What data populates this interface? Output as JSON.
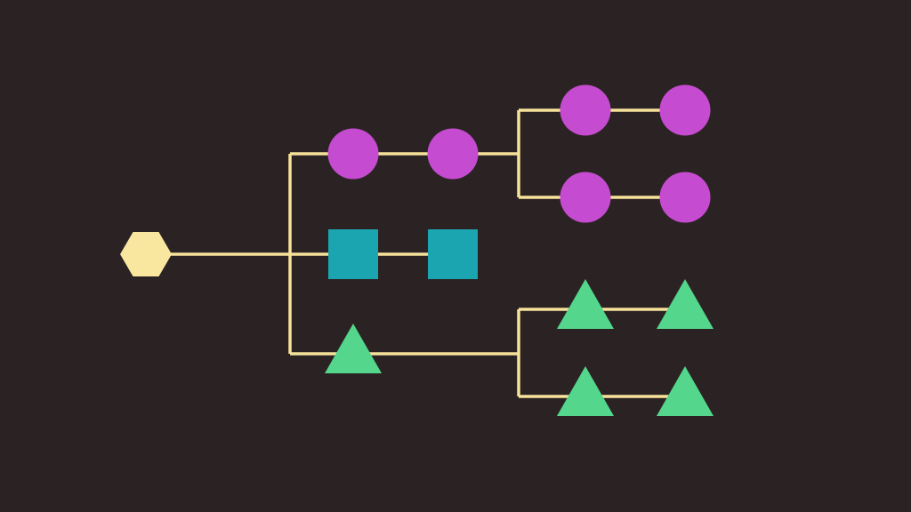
{
  "colors": {
    "background": "#2b2323",
    "connector": "#f7e29a",
    "root": "#f9e79f",
    "circle": "#c54bd0",
    "square": "#1ba5b0",
    "triangle": "#54d68c"
  },
  "diagram": {
    "root": {
      "shape": "hexagon"
    },
    "branches": [
      {
        "shape": "circle",
        "nodes": 2,
        "sub_branches": [
          {
            "shape": "circle",
            "nodes": 2
          },
          {
            "shape": "circle",
            "nodes": 2
          }
        ]
      },
      {
        "shape": "square",
        "nodes": 2,
        "sub_branches": []
      },
      {
        "shape": "triangle",
        "nodes": 1,
        "sub_branches": [
          {
            "shape": "triangle",
            "nodes": 2
          },
          {
            "shape": "triangle",
            "nodes": 2
          }
        ]
      }
    ]
  }
}
